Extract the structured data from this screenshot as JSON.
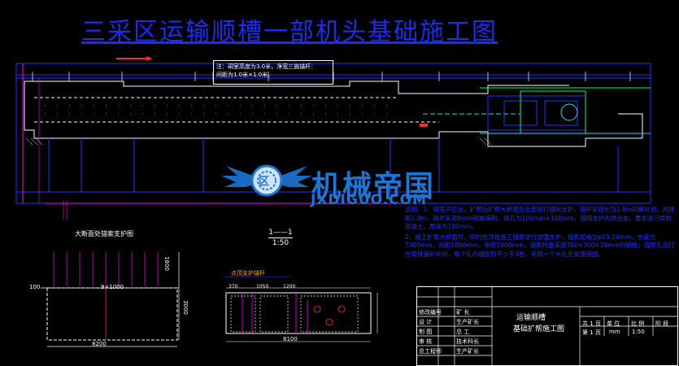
{
  "drawing": {
    "title": "三采区运输顺槽一部机头基础施工图",
    "note_box": {
      "line1": "注：硐室高度为3.0米，净宽三施锚杆：",
      "line2": "间距为1.0米×1.0米。"
    },
    "section_mark": {
      "label": "1——1",
      "scale": "1:50"
    },
    "sublabel_left": "大断面处锚索支护图",
    "sublabel_mid": "点顶支护锚杆",
    "dims": {
      "left_width": "9×1000",
      "left_total": "8200",
      "left_edge": "100",
      "left_height_top": "1800",
      "left_height": "3000",
      "mid_a": "370",
      "mid_b": "1050",
      "mid_c": "1200",
      "mid_total": "8100"
    },
    "notes": {
      "n1": "说明：1、硐室开挖后，扩帮后扩帮大断面处全部按打锚网支护，锚杆采用长为1.8m的螺纹钢，间排距1.0m，网片采用8mm钢筋编制；网孔为100mm×100mm，锚网支护先喷后支，要求进行喷射混凝土，厚度为100mm。",
      "n2": "2、施工扩帮大断面时，同时在顶板施工锚索进行加强支护，锚索规格为φ15.24mm，长度为7300mm，间距1000mm，排距1600mm，锚索托盘采用300×300×16mm的钢板；锚索孔应打在每排锚杆中间，每个孔内锚固剂不少于3卷，采用一个大孔走加强锚固。"
    },
    "title_block": {
      "project": "运输顺槽",
      "drawing_name": "基础扩帮施工图",
      "rows_left": [
        "修改编号",
        "设 计",
        "制 图",
        "审 核",
        "总工程师"
      ],
      "rows_mid": [
        "矿 长",
        "生产矿长",
        "总 工",
        "技术科长",
        "生产矿长"
      ],
      "sheet_total": "共 1 页",
      "sheet_no": "第 1 页",
      "scale_label": "比 例",
      "scale_value": "1:50",
      "unit_label": "单 位",
      "unit_value": "mm",
      "stage_label": "阶 段"
    }
  },
  "watermark": {
    "brand": "机械帝国",
    "domain": "JXDIGUO.COM",
    "emblem_char": "区"
  },
  "colors": {
    "background": "#000000",
    "title_blue": "#1c2cf0",
    "line_white": "#ffffff",
    "line_blue": "#2233ff",
    "accent_magenta": "#ff00ff",
    "accent_red": "#ff2a2a",
    "accent_green": "#00ff66",
    "accent_cyan": "#00e5ff",
    "accent_orange": "#ffa200",
    "watermark_blue": "#1d76d6"
  }
}
